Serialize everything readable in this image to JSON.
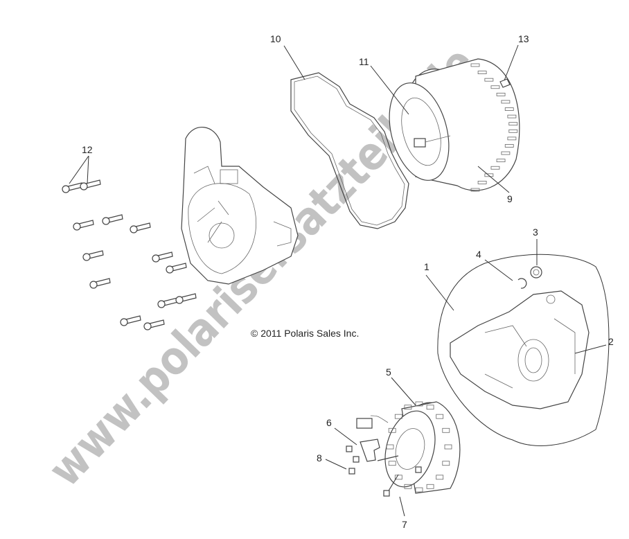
{
  "diagram": {
    "copyright": "© 2011 Polaris Sales Inc.",
    "watermark": "www.polarisersatzteile.de",
    "callouts": [
      "1",
      "2",
      "3",
      "4",
      "5",
      "6",
      "7",
      "8",
      "9",
      "10",
      "11",
      "12",
      "13"
    ]
  }
}
